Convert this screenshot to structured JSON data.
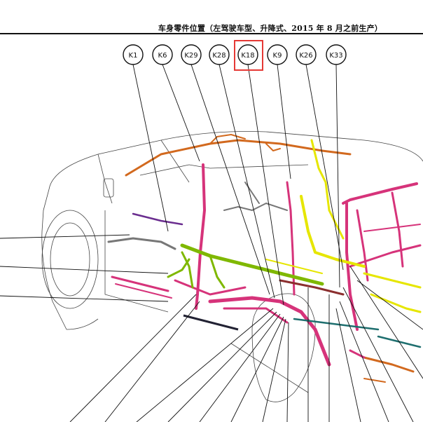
{
  "header": {
    "title": "车身零件位置（左驾驶车型、升降式、2015 年 8 月之前生产）"
  },
  "connectors": [
    {
      "id": "K1",
      "label": "K1",
      "highlighted": false
    },
    {
      "id": "K6",
      "label": "K6",
      "highlighted": false
    },
    {
      "id": "K29",
      "label": "K29",
      "highlighted": false
    },
    {
      "id": "K28",
      "label": "K28",
      "highlighted": false
    },
    {
      "id": "K18",
      "label": "K18",
      "highlighted": true
    },
    {
      "id": "K9",
      "label": "K9",
      "highlighted": false
    },
    {
      "id": "K26",
      "label": "K26",
      "highlighted": false
    },
    {
      "id": "K33",
      "label": "K33",
      "highlighted": false
    }
  ],
  "colors": {
    "highlight_box": "#e53935",
    "harness_pink": "#d6337a",
    "harness_yellow": "#e6e600",
    "harness_green": "#7fb800",
    "harness_orange": "#d2691e",
    "harness_purple": "#6a2d8f",
    "harness_teal": "#1f6f6f",
    "outline": "#333333"
  }
}
